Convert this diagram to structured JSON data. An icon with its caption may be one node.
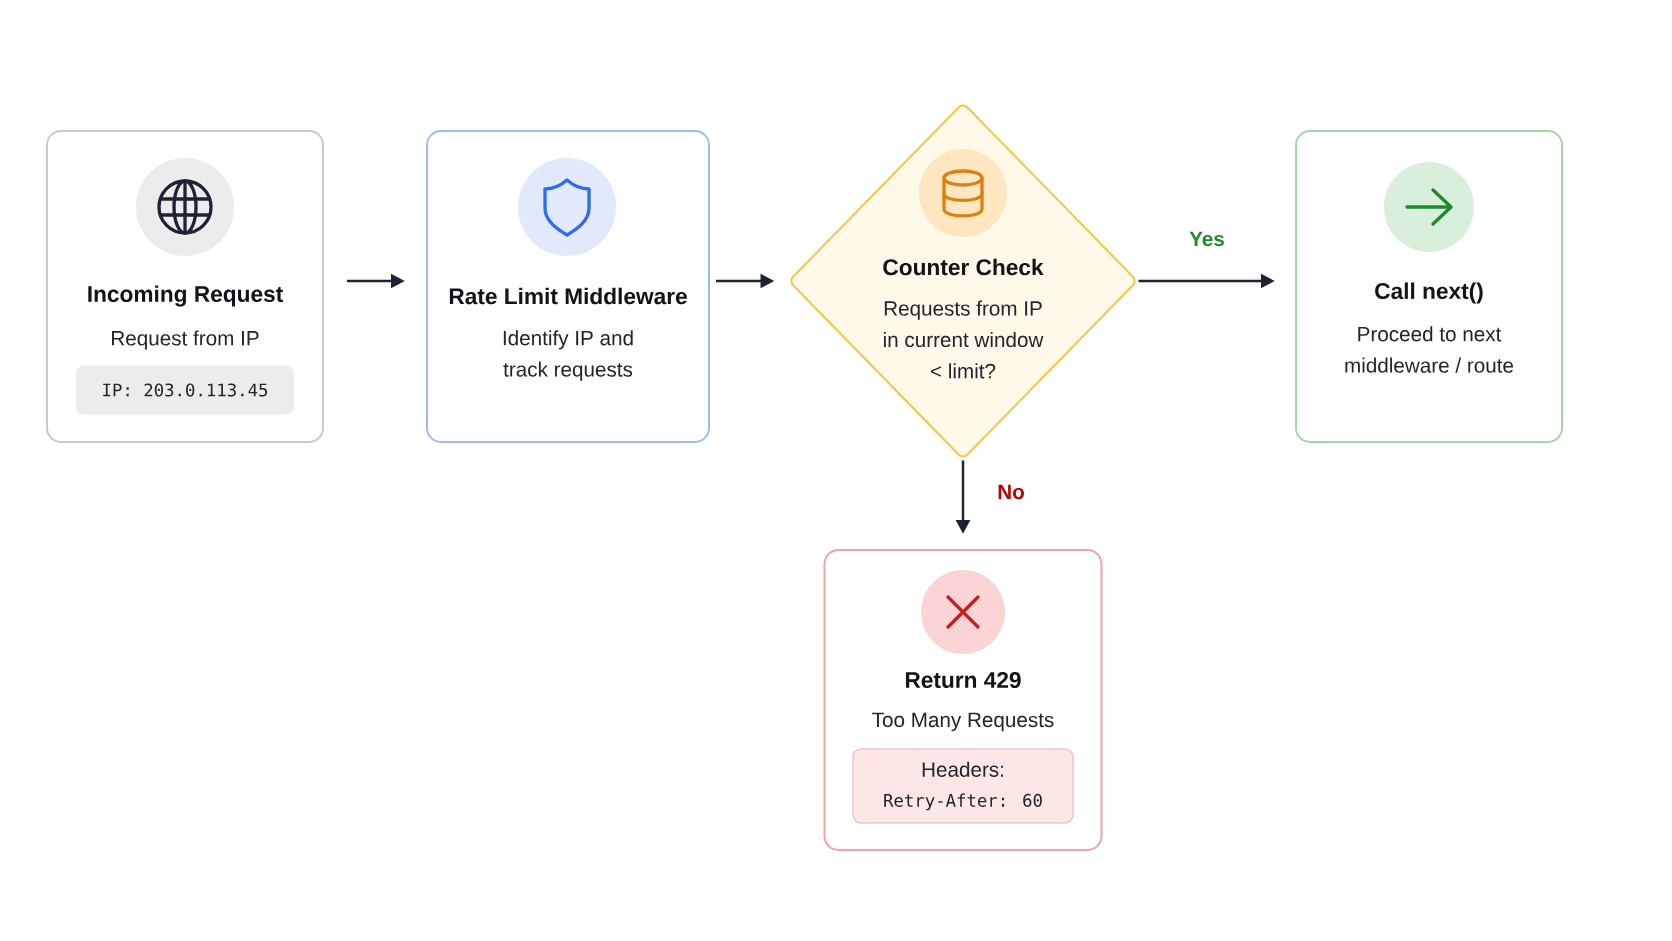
{
  "diagram": {
    "nodes": [
      {
        "text": [
          "Incoming Request",
          "Request from IP"
        ]
      },
      {
        "text": [
          "IP: 203.0.113.45"
        ],
        "in": 0
      },
      {
        "text": [
          "Rate Limit Middleware",
          "Identify IP and track requests"
        ]
      },
      {
        "text": [
          "Counter Check",
          "Requests from IP in current window < limit?"
        ]
      },
      {
        "text": [
          "Call next()",
          "Proceed to next middleware / route"
        ]
      },
      {
        "text": [
          "Return 429",
          "Too Many Requests"
        ]
      },
      {
        "text": [
          "Headers:",
          "Retry-After: 60"
        ],
        "in": 5
      }
    ],
    "edges": [
      {
        "from": 0,
        "to": 2,
        "arrow": "to"
      },
      {
        "from": 2,
        "to": 3,
        "arrow": "to"
      },
      {
        "from": 3,
        "to": 4,
        "arrow": "to",
        "label": "Yes"
      },
      {
        "from": 3,
        "to": 5,
        "arrow": "to",
        "label": "No"
      }
    ]
  }
}
